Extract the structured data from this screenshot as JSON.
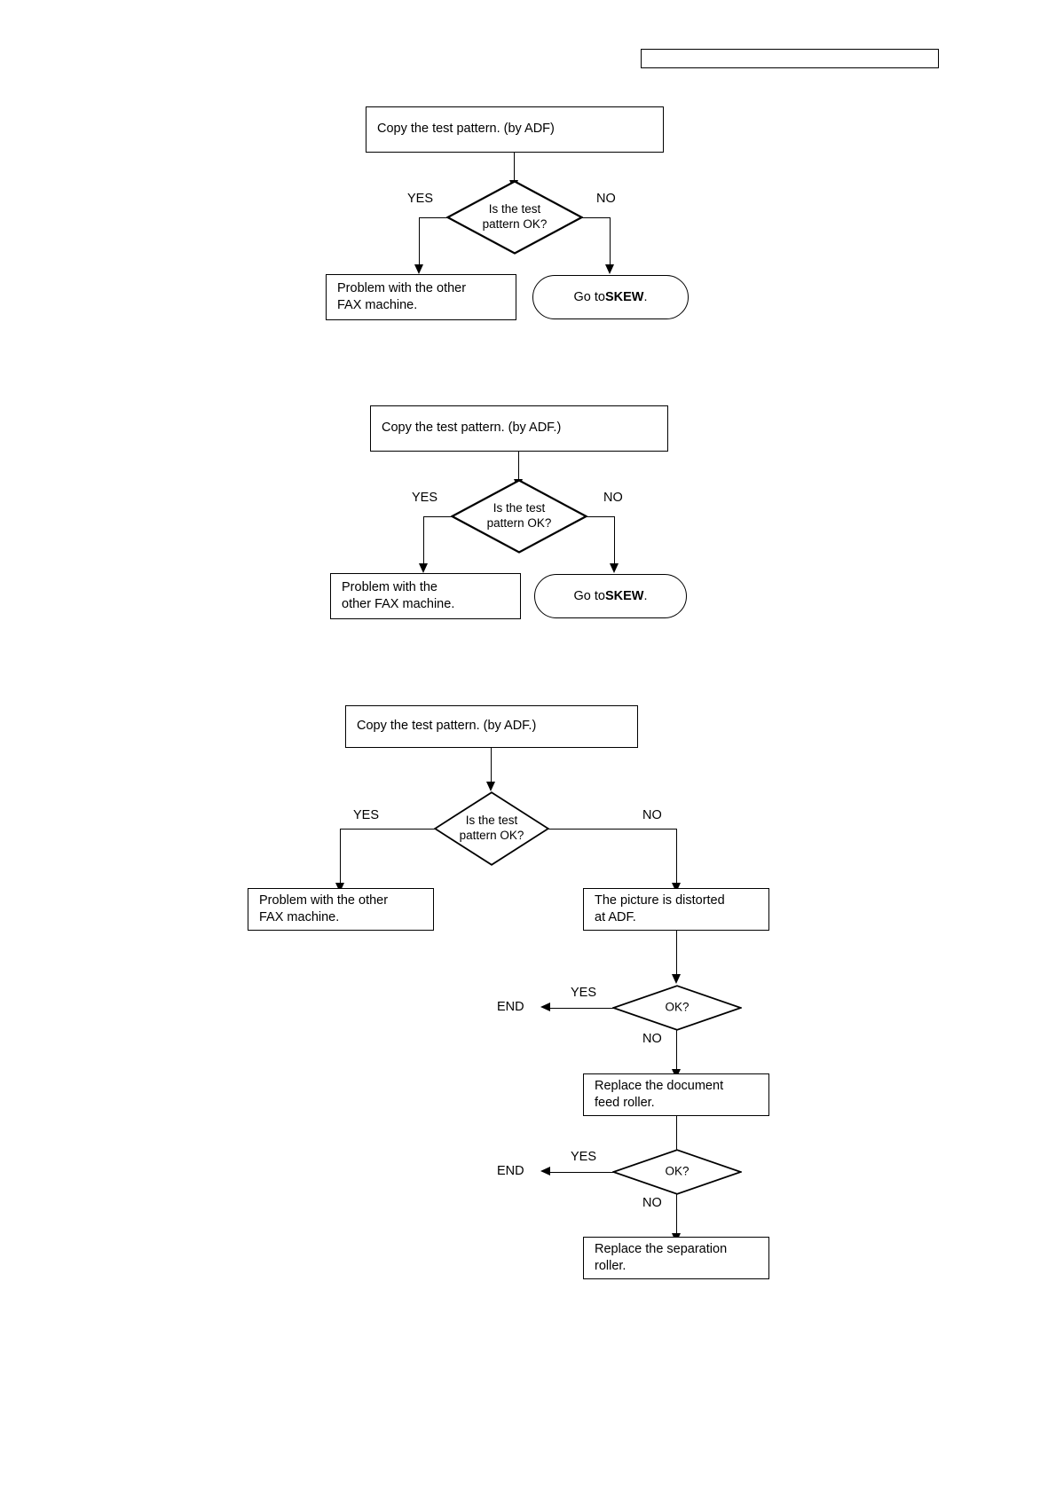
{
  "header": {
    "box_label": ""
  },
  "flowcharts": [
    {
      "id": "chart-1",
      "start": {
        "label": "Copy the test pattern. (by ADF)"
      },
      "decision": {
        "label": "Is the test\npattern OK?"
      },
      "branch_yes": "YES",
      "branch_no": "NO",
      "yes_result": {
        "label": "Problem with the other\nFAX machine."
      },
      "no_result": {
        "label_prefix": "Go to ",
        "label_bold": "SKEW",
        "label_suffix": "."
      }
    },
    {
      "id": "chart-2",
      "start": {
        "label": "Copy the test pattern. (by ADF.)"
      },
      "decision": {
        "label": "Is the test\npattern OK?"
      },
      "branch_yes": "YES",
      "branch_no": "NO",
      "yes_result": {
        "label": "Problem with the\nother FAX machine."
      },
      "no_result": {
        "label_prefix": "Go to ",
        "label_bold": "SKEW",
        "label_suffix": "."
      }
    },
    {
      "id": "chart-3",
      "start": {
        "label": "Copy the test pattern. (by ADF.)"
      },
      "decision": {
        "label": "Is the test\npattern OK?"
      },
      "branch_yes": "YES",
      "branch_no": "NO",
      "yes_result": {
        "label": "Problem with the other\nFAX machine."
      },
      "no_result": {
        "label": "The picture is distorted\nat ADF."
      },
      "steps": [
        {
          "decision": "OK?",
          "yes_label": "YES",
          "no_label": "NO",
          "end_label": "END",
          "action": "Replace the document\nfeed roller."
        },
        {
          "decision": "OK?",
          "yes_label": "YES",
          "no_label": "NO",
          "end_label": "END",
          "action": "Replace the separation\nroller."
        }
      ]
    }
  ],
  "colors": {
    "line": "#000000",
    "background": "#ffffff"
  }
}
